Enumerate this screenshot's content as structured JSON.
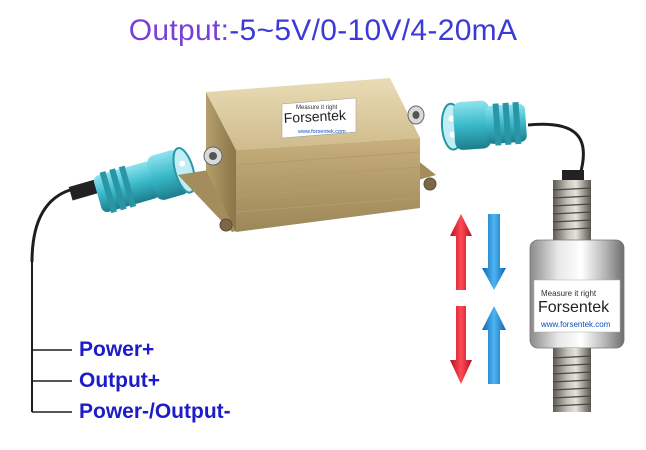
{
  "title": {
    "prefix": "Output:",
    "ranges": "-5~5V/0-10V/4-20mA"
  },
  "colors": {
    "title_prefix": "#7a3fd6",
    "title_ranges": "#3a3ad8",
    "wire_labels": "#1c1cc8",
    "arrow_up": "#e02030",
    "arrow_down": "#1e90e0",
    "connector": "#39b9c9",
    "box": "#cdb889"
  },
  "amplifier_label": {
    "tagline": "Measure it right",
    "brand": "Forsentek",
    "url": "www.forsentek.com"
  },
  "sensor_label": {
    "tagline": "Measure it right",
    "brand": "Forsentek",
    "url": "www.forsentek.com"
  },
  "wires": [
    {
      "label": "Power+"
    },
    {
      "label": "Output+"
    },
    {
      "label": "Power-/Output-"
    }
  ],
  "icons": [
    "tension-arrows-icon",
    "compression-arrows-icon"
  ]
}
